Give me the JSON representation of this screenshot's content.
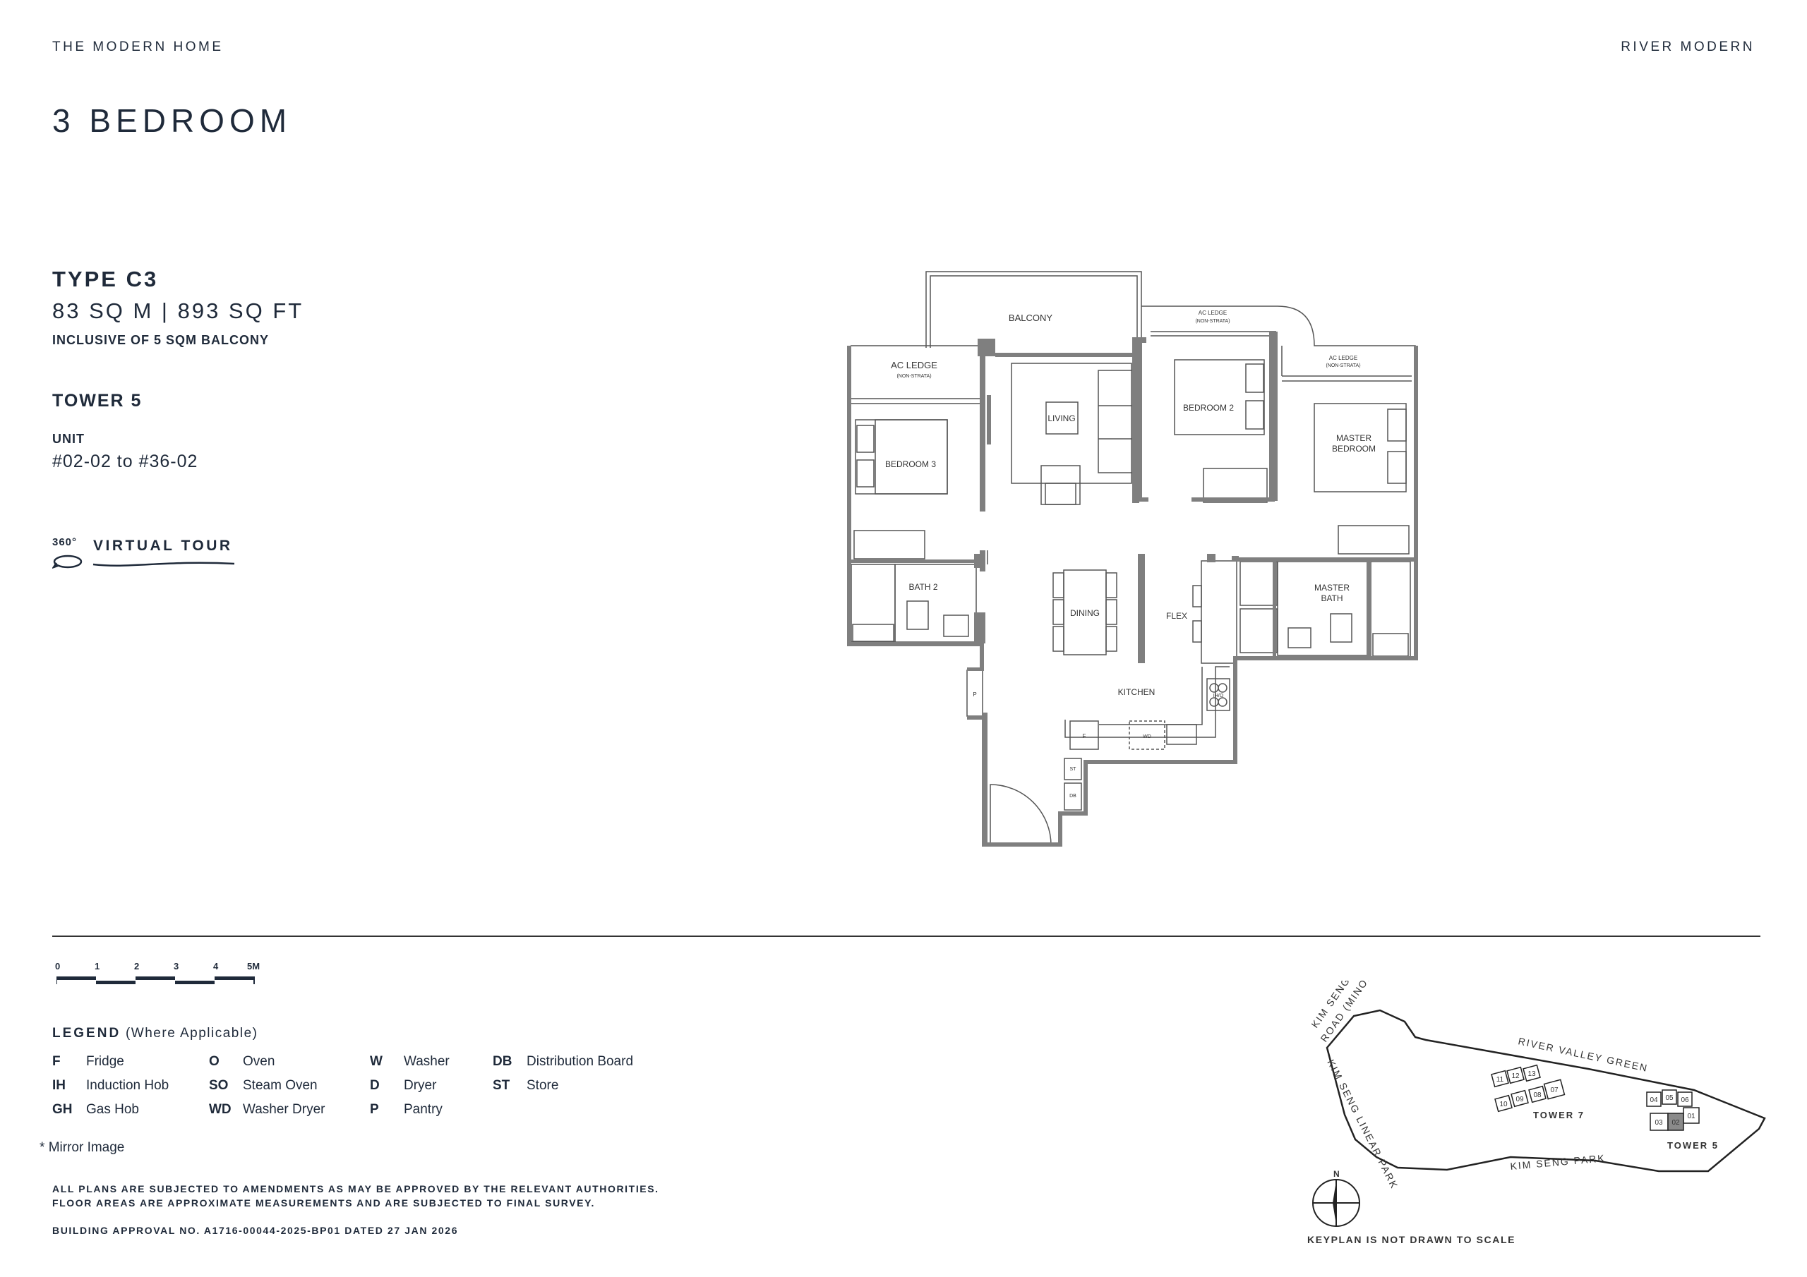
{
  "header": {
    "left": "THE MODERN HOME",
    "right": "RIVER MODERN"
  },
  "title": "3 BEDROOM",
  "unit_info": {
    "type": "TYPE C3",
    "area": "83 SQ M | 893 SQ FT",
    "balcony_note": "INCLUSIVE OF 5 SQM BALCONY",
    "tower": "TOWER 5",
    "unit_label": "UNIT",
    "unit_range": "#02-02 to #36-02"
  },
  "virtual_tour": {
    "degree": "360°",
    "label": "VIRTUAL TOUR"
  },
  "floorplan_labels": {
    "balcony": "BALCONY",
    "ac_ledge_1": "AC LEDGE",
    "non_strata_1": "(NON-STRATA)",
    "ac_ledge_2": "AC LEDGE",
    "non_strata_2": "(NON-STRATA)",
    "ac_ledge_3": "AC LEDGE",
    "non_strata_3": "(NON-STRATA)",
    "living": "LIVING",
    "bedroom3": "BEDROOM 3",
    "bedroom2": "BEDROOM 2",
    "master_bedroom_1": "MASTER",
    "master_bedroom_2": "BEDROOM",
    "bath2": "BATH 2",
    "dining": "DINING",
    "flex": "FLEX",
    "master_bath_1": "MASTER",
    "master_bath_2": "BATH",
    "kitchen": "KITCHEN",
    "pantry": "P",
    "fridge": "F",
    "washer_dryer": "WD",
    "induction": "IH/O",
    "store": "ST",
    "db": "DB"
  },
  "scale_bar": {
    "ticks": [
      "0",
      "1",
      "2",
      "3",
      "4",
      "5M"
    ]
  },
  "legend": {
    "title": "LEGEND",
    "subtitle": "(Where Applicable)",
    "items": [
      {
        "key": "F",
        "label": "Fridge"
      },
      {
        "key": "IH",
        "label": "Induction Hob"
      },
      {
        "key": "GH",
        "label": "Gas Hob"
      },
      {
        "key": "O",
        "label": "Oven"
      },
      {
        "key": "SO",
        "label": "Steam Oven"
      },
      {
        "key": "WD",
        "label": "Washer Dryer"
      },
      {
        "key": "W",
        "label": "Washer"
      },
      {
        "key": "D",
        "label": "Dryer"
      },
      {
        "key": "P",
        "label": "Pantry"
      },
      {
        "key": "DB",
        "label": "Distribution Board"
      },
      {
        "key": "ST",
        "label": "Store"
      }
    ],
    "mirror_star": "*",
    "mirror": "Mirror Image"
  },
  "notes": {
    "line1": "ALL PLANS ARE SUBJECTED TO AMENDMENTS AS MAY BE APPROVED BY THE RELEVANT AUTHORITIES.",
    "line2": "FLOOR AREAS ARE APPROXIMATE MEASUREMENTS AND ARE SUBJECTED TO FINAL SURVEY.",
    "approval": "BUILDING APPROVAL NO. A1716-00044-2025-BP01 DATED 27 JAN 2026"
  },
  "keyplan": {
    "road1": "KIM SENG",
    "road2": "ROAD (MINOR)",
    "linear_park": "KIM SENG LINEAR PARK",
    "river_valley": "RIVER VALLEY GREEN",
    "kim_seng_park": "KIM SENG PARK",
    "tower7": "TOWER 7",
    "tower5": "TOWER 5",
    "north": "N",
    "t7_units": [
      "11",
      "12",
      "13",
      "10",
      "09",
      "08",
      "07"
    ],
    "t5_units": [
      "04",
      "05",
      "06",
      "01",
      "03",
      "02"
    ],
    "caption": "KEYPLAN IS NOT DRAWN TO SCALE"
  },
  "colors": {
    "text": "#1f2a3a",
    "wall": "#7f7f7f",
    "highlight": "#8a8a8a"
  }
}
